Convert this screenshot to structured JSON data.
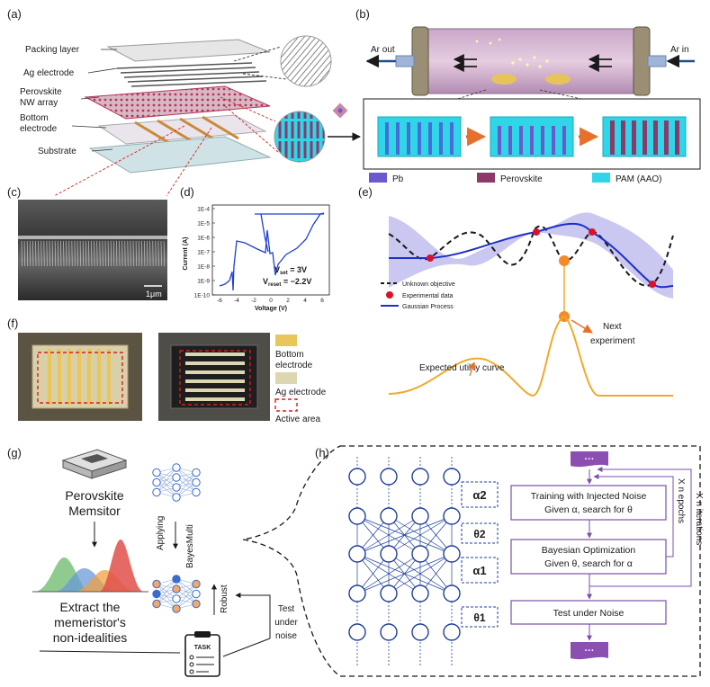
{
  "panel_labels": {
    "a": "(a)",
    "b": "(b)",
    "c": "(c)",
    "d": "(d)",
    "e": "(e)",
    "f": "(f)",
    "g": "(g)",
    "h": "(h)"
  },
  "panel_a": {
    "layers": [
      "Packing layer",
      "Ag electrode",
      "Perovskite",
      "NW array",
      "Bottom",
      "electrode",
      "Substrate"
    ]
  },
  "panel_b": {
    "ar_out": "Ar out",
    "ar_in": "Ar in",
    "legend": [
      "Pb",
      "Perovskite",
      "PAM (AAO)"
    ],
    "colors": {
      "pb": "#6a5acd",
      "perovskite": "#8b3a6b",
      "pam": "#22d3e6",
      "arrow": "#1f4e8c"
    }
  },
  "panel_c": {
    "scale_bar": "1μm"
  },
  "panel_d": {
    "ylabel": "Current (A)",
    "xlabel": "Voltage (V)",
    "yticks": [
      "1E-4",
      "1E-5",
      "1E-6",
      "1E-7",
      "1E-8",
      "1E-9",
      "1E-10"
    ],
    "xticks": [
      "-6",
      "-4",
      "-2",
      "0",
      "2",
      "4",
      "6"
    ],
    "vset": "3V",
    "vreset": "−2.2V",
    "vset_prefix": "V",
    "vset_sub": "set",
    "vreset_sub": "reset",
    "curve_color": "#1f3fd6"
  },
  "panel_e": {
    "legend": [
      "Unknown objective",
      "Experimental data",
      "Gaussian Process"
    ],
    "next": [
      "Next",
      "experiment"
    ],
    "utility": "Expected utility curve",
    "colors": {
      "band": "#b8b4ec",
      "gp": "#1f30c8",
      "data": "#d9112a",
      "utility": "#f0a92a",
      "marker": "#f58a2a"
    }
  },
  "panel_f": {
    "legend": [
      "Bottom",
      "electrode",
      "Ag electrode",
      "Active area"
    ],
    "colors": {
      "bottom": "#e8c65a",
      "ag": "#ddd6b2",
      "active": "#d42020"
    }
  },
  "panel_g": {
    "memsitor": [
      "Perovskite",
      "Memsitor"
    ],
    "applying": "Applying",
    "bayes": "BayesMulti",
    "robust": "Robust",
    "test": [
      "Test",
      "under",
      "noise"
    ],
    "extract": [
      "Extract the",
      "memeristor's",
      "non-idealities"
    ],
    "task": "TASK"
  },
  "panel_h": {
    "params": [
      "α2",
      "θ2",
      "α1",
      "θ1"
    ],
    "step1": [
      "Training with Injected Noise",
      "Given α, search for θ"
    ],
    "step2": [
      "Bayesian Optimization",
      "Given θ, search for α"
    ],
    "step3": "Test under Noise",
    "ellipsis": "···",
    "epochs": "X n epochs",
    "iterations": "X n iterations",
    "colors": {
      "node": "#1f3f9c",
      "flow": "#7a4fa8"
    }
  }
}
